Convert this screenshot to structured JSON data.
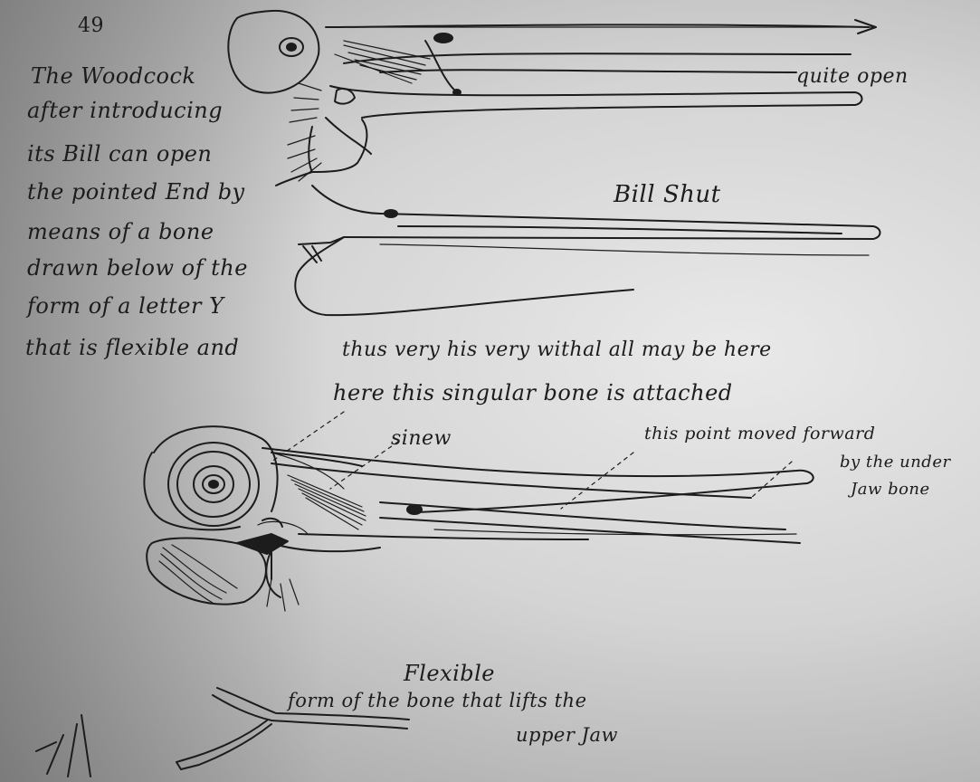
{
  "page_number": "49",
  "left_note": [
    "The Woodcock",
    "after introducing",
    "its Bill can open",
    "the pointed End by",
    "means of a bone",
    "drawn below of the",
    "form of a letter Y",
    "that is flexible and"
  ],
  "long_note": "thus very his very withal all may be here",
  "bone_note": "here this singular bone is attached",
  "label_quite_open": "quite open",
  "label_bill_shut": "Bill Shut",
  "label_sinew": "sinew",
  "point_note": [
    "this point moved forward",
    "by the under",
    "Jaw bone"
  ],
  "flexible_label": "Flexible",
  "form_note": [
    "form of the bone that lifts the",
    "upper Jaw"
  ],
  "ink_color": "#1c1c1c",
  "paper_color": "#d9d9d9"
}
